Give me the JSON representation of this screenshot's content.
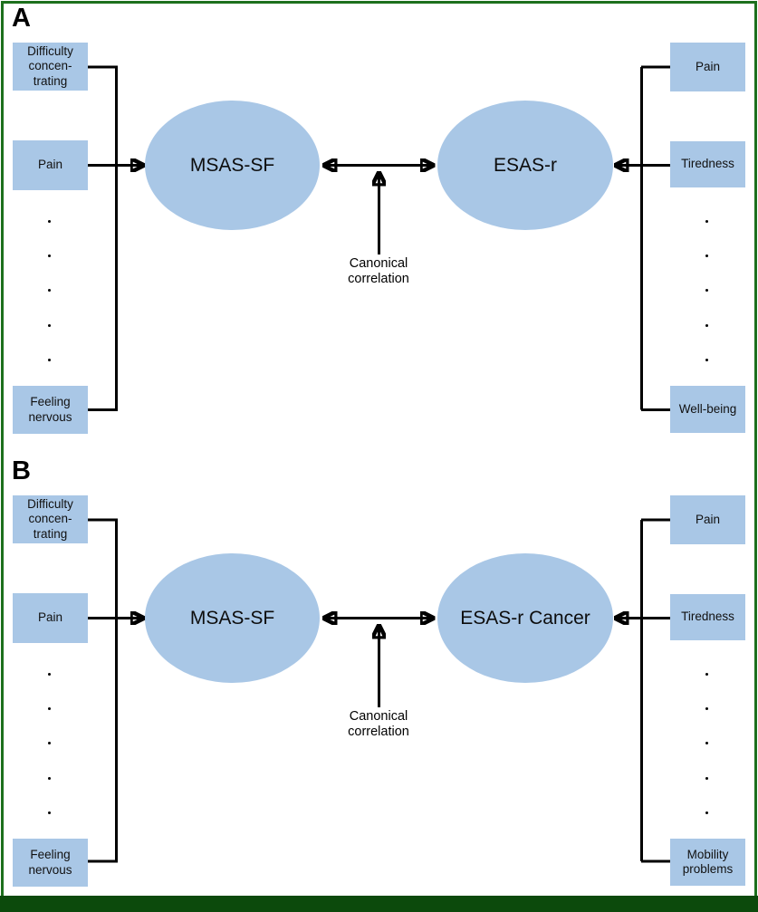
{
  "figure": {
    "type": "path-diagram",
    "description_label": "Canonical correlation diagram",
    "colors": {
      "indicator_fill": "#a9c7e6",
      "construct_fill": "#a9c7e6",
      "frame_green": "#1d701d",
      "band_green": "#0c4a0c",
      "line_black": "#000000"
    }
  },
  "panels": [
    {
      "label": "A",
      "left_construct": "MSAS-SF",
      "right_construct": "ESAS-r",
      "correlation_label": "Canonical correlation",
      "left_indicators": {
        "top": "Difficulty concen- trating",
        "middle": "Pain",
        "bottom": "Feeling nervous"
      },
      "right_indicators": {
        "top": "Pain",
        "middle": "Tiredness",
        "bottom": "Well-being"
      }
    },
    {
      "label": "B",
      "left_construct": "MSAS-SF",
      "right_construct": "ESAS-r Cancer",
      "correlation_label": "Canonical correlation",
      "left_indicators": {
        "top": "Difficulty concen- trating",
        "middle": "Pain",
        "bottom": "Feeling nervous"
      },
      "right_indicators": {
        "top": "Pain",
        "middle": "Tiredness",
        "bottom": "Mobility problems"
      }
    }
  ]
}
